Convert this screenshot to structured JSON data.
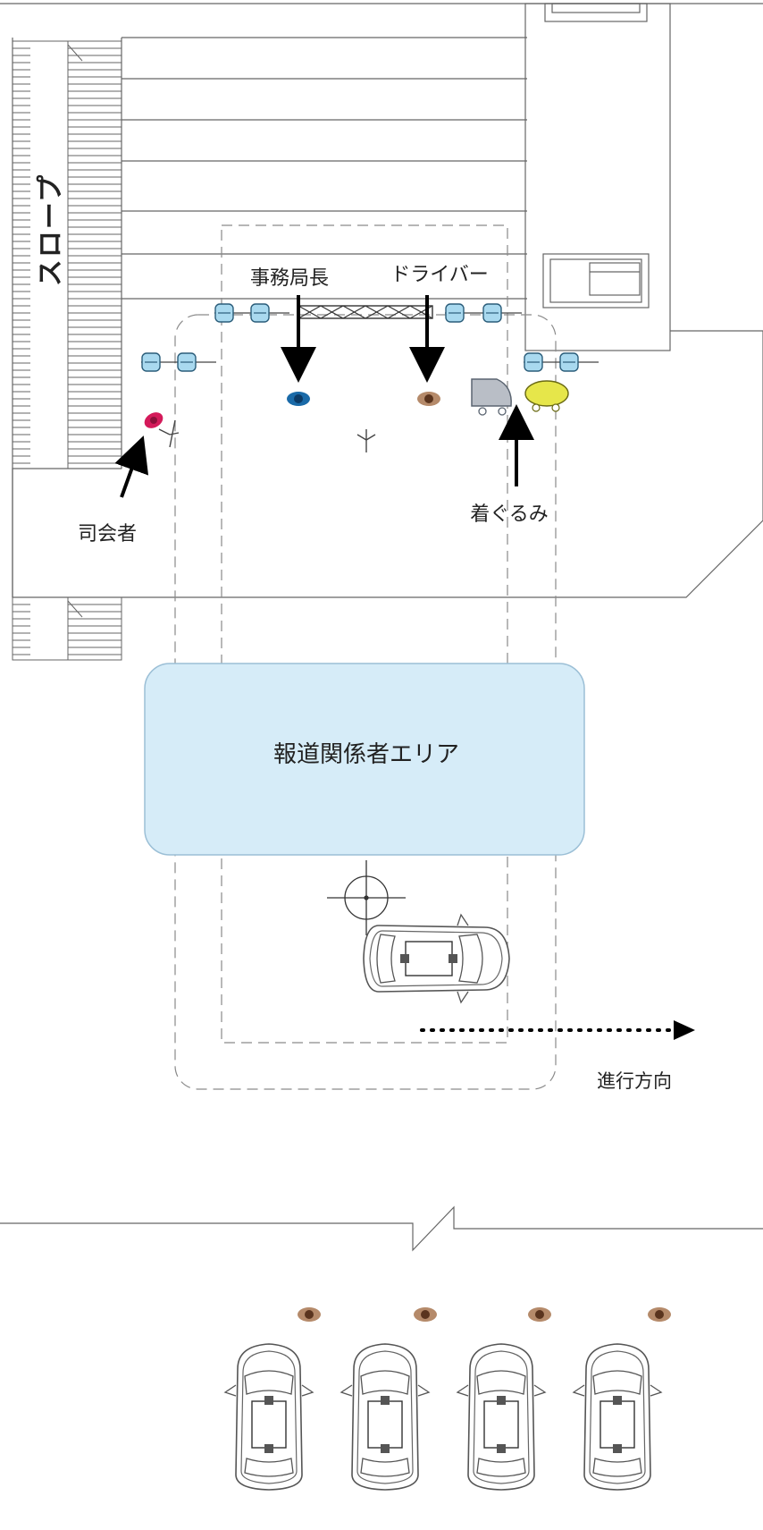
{
  "labels": {
    "slope": "スロープ",
    "director": "事務局長",
    "driver": "ドライバー",
    "mc": "司会者",
    "mascot": "着ぐるみ",
    "press_area": "報道関係者エリア",
    "direction": "進行方向"
  },
  "colors": {
    "press_fill": "#d6ecf8",
    "press_stroke": "#9bbfd6",
    "stanchion": "#a9d9ef",
    "director_person": "#1a6aa8",
    "driver_person": "#7a4a2c",
    "mc_person": "#d41a5a",
    "mascot_body": "#e6e64a",
    "cart": "#b9bec6",
    "line": "#444444",
    "dashed": "#8a8a8a"
  },
  "icons": {
    "car": "car-topview-icon",
    "person": "person-topview-icon",
    "stanchion": "stanchion-icon",
    "microphone": "microphone-stand-icon",
    "crosshair": "camera-crosshair-icon",
    "arrow": "arrow-icon"
  }
}
